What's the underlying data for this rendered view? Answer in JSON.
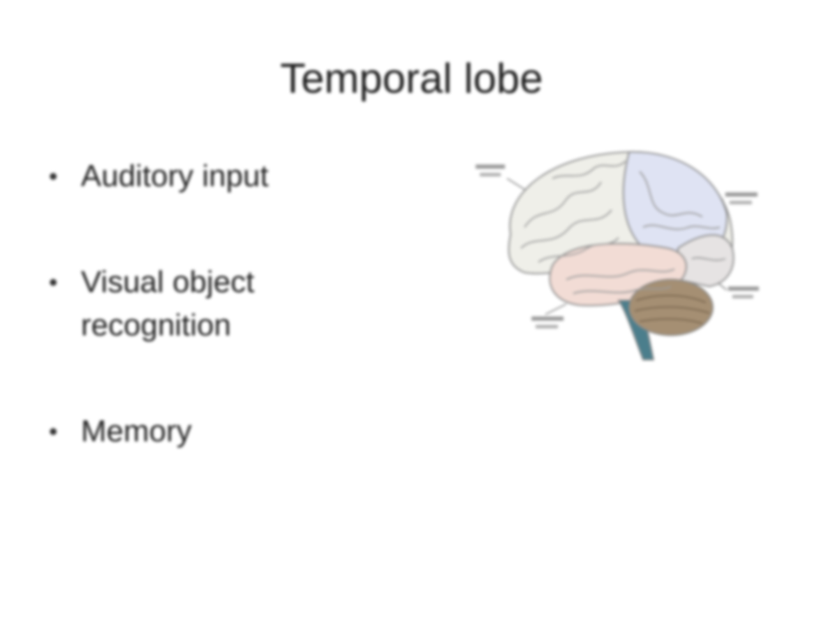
{
  "slide": {
    "title": "Temporal lobe",
    "bullets": [
      {
        "text": "Auditory input"
      },
      {
        "text": "Visual object recognition"
      },
      {
        "text": "Memory"
      }
    ]
  },
  "figure": {
    "colors": {
      "frontal": "#efefe9",
      "parietal": "#dfe3f3",
      "temporal": "#f2dcd5",
      "occipital": "#e6e3e3",
      "cerebellum": "#a58f73",
      "brainstem": "#4b7e8c",
      "outline": "#8a8a8a"
    }
  }
}
